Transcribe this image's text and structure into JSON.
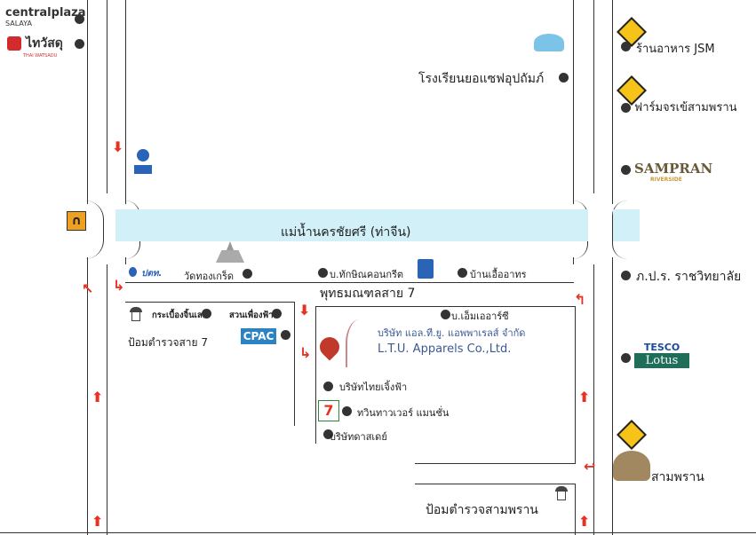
{
  "river": {
    "label": "แม่น้ำนครชัยศรี (ท่าจีน)"
  },
  "roads": {
    "soi": "พุทธมณฑลสาย 7"
  },
  "places": {
    "central": "centralplaza",
    "central_sub": "SALAYA",
    "thaiwatsadu": "ไทวัสดุ",
    "thaiwatsadu_sub": "THAI WATSADU",
    "school": "โรงเรียนยอแซฟอุปถัมภ์",
    "ptt": "ปตท.",
    "temple": "วัดทองเกร็ด",
    "concrete": "บ.ทักษิณคอนกรีต",
    "baan": "บ้านเอื้ออาทร",
    "tile": "กระเบื้องจิ้นเลค",
    "garden": "สวนเพื่องฟ้า",
    "police7": "ป้อมตำรวจสาย 7",
    "cpac": "CPAC",
    "mr": "บ.เอ็มเออาร์ซี",
    "ltu_th": "บริษัท แอล.ที.ยู. แอพพาเรลส์ จำกัด",
    "ltu_en": "L.T.U. Apparels Co.,Ltd.",
    "thaichengfa": "บริษัทไทยเจิ้งฟ้า",
    "twin": "ทวินทาวเวอร์ แมนชั่น",
    "seven": "7",
    "kadasdey": "บริษัทดาสเดย์",
    "police_sp": "ป้อมตำรวจสามพราน",
    "jsm": "ร้านอาหาร JSM",
    "farm": "ฟาร์มจรเข้สามพราน",
    "sampran_logo": "SAMPRAN",
    "sampran_logo_sub": "RIVERSIDE",
    "kpr": "ภ.ป.ร. ราชวิทยาลัย",
    "tesco": "TESCO",
    "lotus": "Lotus",
    "sampran": "สามพราน"
  },
  "colors": {
    "arrow": "#e53222",
    "river": "#d2f0f8",
    "sign": "#f6c419",
    "cpac": "#2b83c4",
    "tesco_bg": "#1f6e5a",
    "uturn": "#f0a020"
  },
  "icons": [
    "arrow-down-icon",
    "arrow-right-icon",
    "arrow-up-icon",
    "uturn-icon",
    "traffic-light-icon",
    "police-booth-icon",
    "location-pin-icon"
  ]
}
